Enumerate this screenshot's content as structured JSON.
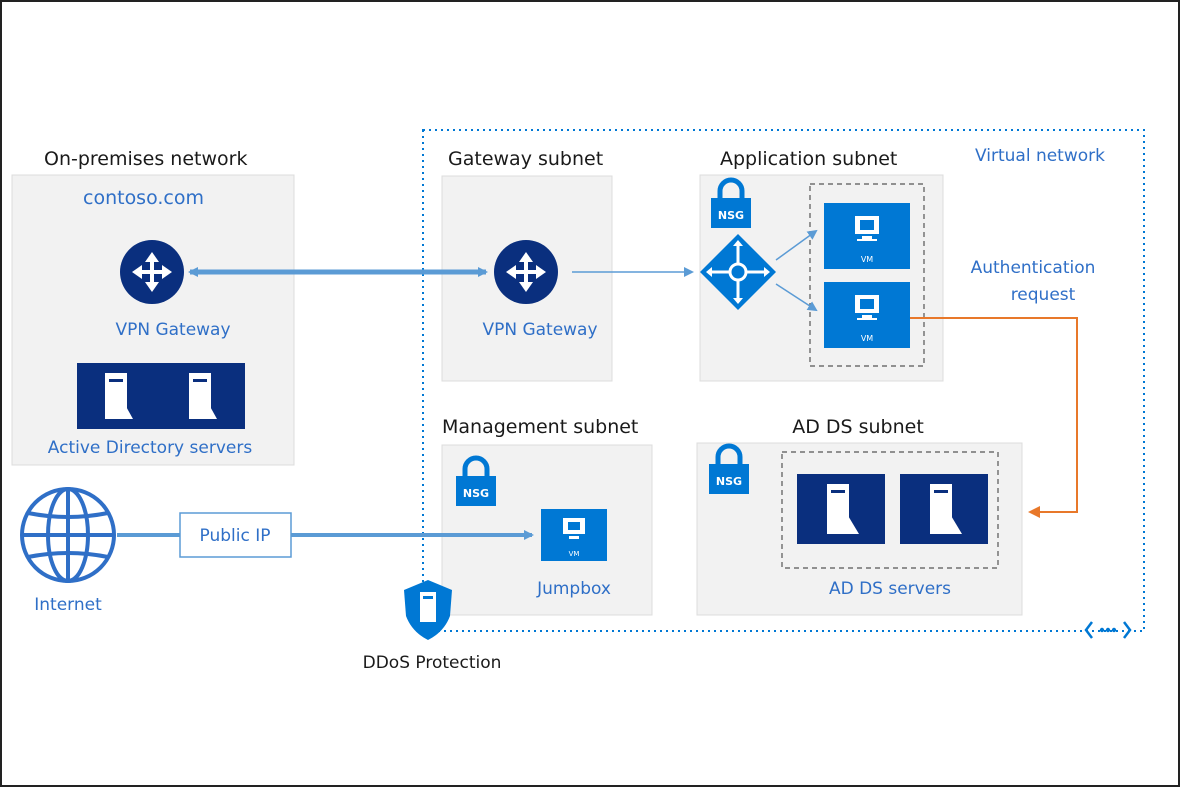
{
  "labels": {
    "on_premises": "On-premises network",
    "domain": "contoso.com",
    "vpn_gateway_onprem": "VPN Gateway",
    "ad_servers": "Active Directory servers",
    "internet": "Internet",
    "public_ip": "Public IP",
    "virtual_network": "Virtual network",
    "gateway_subnet": "Gateway subnet",
    "vpn_gateway_azure": "VPN Gateway",
    "application_subnet": "Application subnet",
    "auth_line1": "Authentication",
    "auth_line2": "request",
    "management_subnet": "Management subnet",
    "jumpbox": "Jumpbox",
    "adds_subnet": "AD DS subnet",
    "adds_servers": "AD DS servers",
    "ddos": "DDoS Protection",
    "nsg": "NSG",
    "vm": "VM"
  },
  "colors": {
    "navy": "#0a2f7e",
    "azure_blue": "#0078d4",
    "link_blue": "#2f6fc7",
    "arrow_blue": "#5b9bd5",
    "orange": "#e8782a",
    "panel": "#f2f2f2"
  }
}
